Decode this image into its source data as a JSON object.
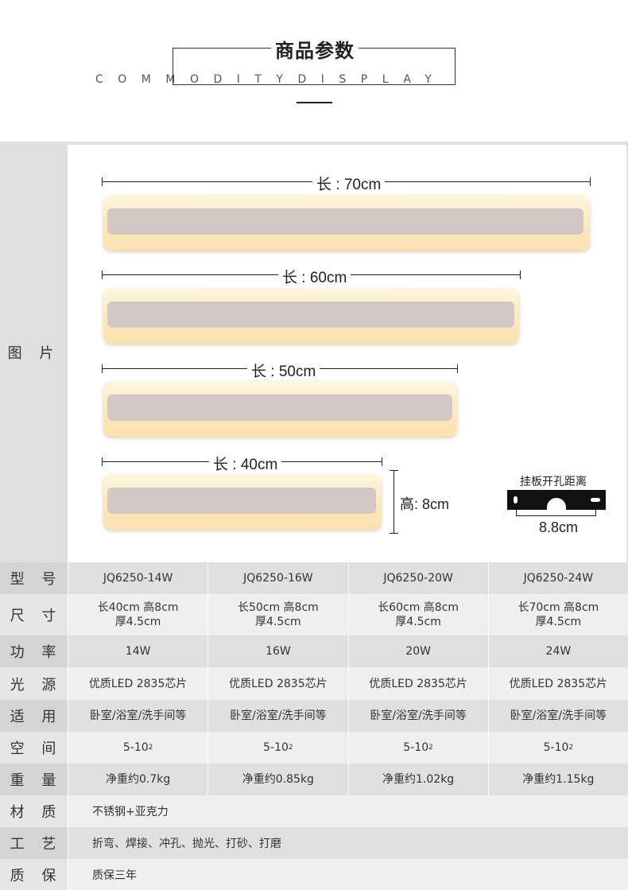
{
  "header": {
    "title": "商品参数",
    "subtitle": "COMMODITYDISPLAY"
  },
  "image_section": {
    "label": "图 片",
    "lamps": [
      {
        "label": "长 : 70cm"
      },
      {
        "label": "长 : 60cm"
      },
      {
        "label": "长 : 50cm"
      },
      {
        "label": "长 : 40cm"
      }
    ],
    "height_label": "高: 8cm",
    "plate_title": "挂板开孔距离",
    "plate_distance": "8.8cm"
  },
  "table": {
    "rows": [
      {
        "label": "型 号",
        "cells": [
          "JQ6250-14W",
          "JQ6250-16W",
          "JQ6250-20W",
          "JQ6250-24W"
        ]
      },
      {
        "label": "尺 寸",
        "cells": [
          "长40cm 高8cm\n厚4.5cm",
          "长50cm 高8cm\n厚4.5cm",
          "长60cm 高8cm\n厚4.5cm",
          "长70cm 高8cm\n厚4.5cm"
        ]
      },
      {
        "label": "功 率",
        "cells": [
          "14W",
          "16W",
          "20W",
          "24W"
        ]
      },
      {
        "label": "光 源",
        "cells": [
          "优质LED 2835芯片",
          "优质LED 2835芯片",
          "优质LED 2835芯片",
          "优质LED 2835芯片"
        ]
      },
      {
        "label": "适 用",
        "cells": [
          "卧室/浴室/洗手间等",
          "卧室/浴室/洗手间等",
          "卧室/浴室/洗手间等",
          "卧室/浴室/洗手间等"
        ]
      },
      {
        "label": "空 间",
        "cells": [
          "5-10",
          "5-10",
          "5-10",
          "5-10"
        ],
        "sup": "2"
      },
      {
        "label": "重 量",
        "cells": [
          "净重约0.7kg",
          "净重约0.85kg",
          "净重约1.02kg",
          "净重约1.15kg"
        ]
      },
      {
        "label": "材 质",
        "full": "不锈钢+亚克力"
      },
      {
        "label": "工 艺",
        "full": "折弯、焊接、冲孔、抛光、打砂、打磨"
      },
      {
        "label": "质 保",
        "full": "质保三年"
      }
    ]
  }
}
